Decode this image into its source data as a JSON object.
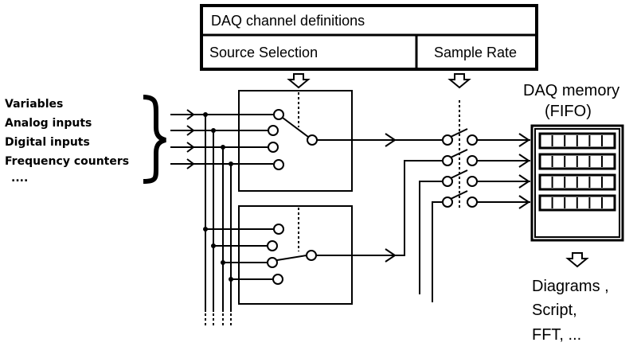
{
  "header": {
    "title": "DAQ channel definitions",
    "source_label": "Source Selection",
    "rate_label": "Sample Rate"
  },
  "inputs": [
    "Variables",
    "Analog inputs",
    "Digital inputs",
    "Frequency counters",
    "...."
  ],
  "memory": {
    "title": "DAQ memory",
    "subtitle": "(FIFO)"
  },
  "outputs": [
    "Diagrams ,",
    "Script,",
    "FFT, ..."
  ],
  "colors": {
    "ink": "#000000",
    "background": "#ffffff"
  },
  "icons": [
    "down-arrow-icon",
    "brace-icon",
    "switch-icon",
    "fifo-cell-icon"
  ]
}
